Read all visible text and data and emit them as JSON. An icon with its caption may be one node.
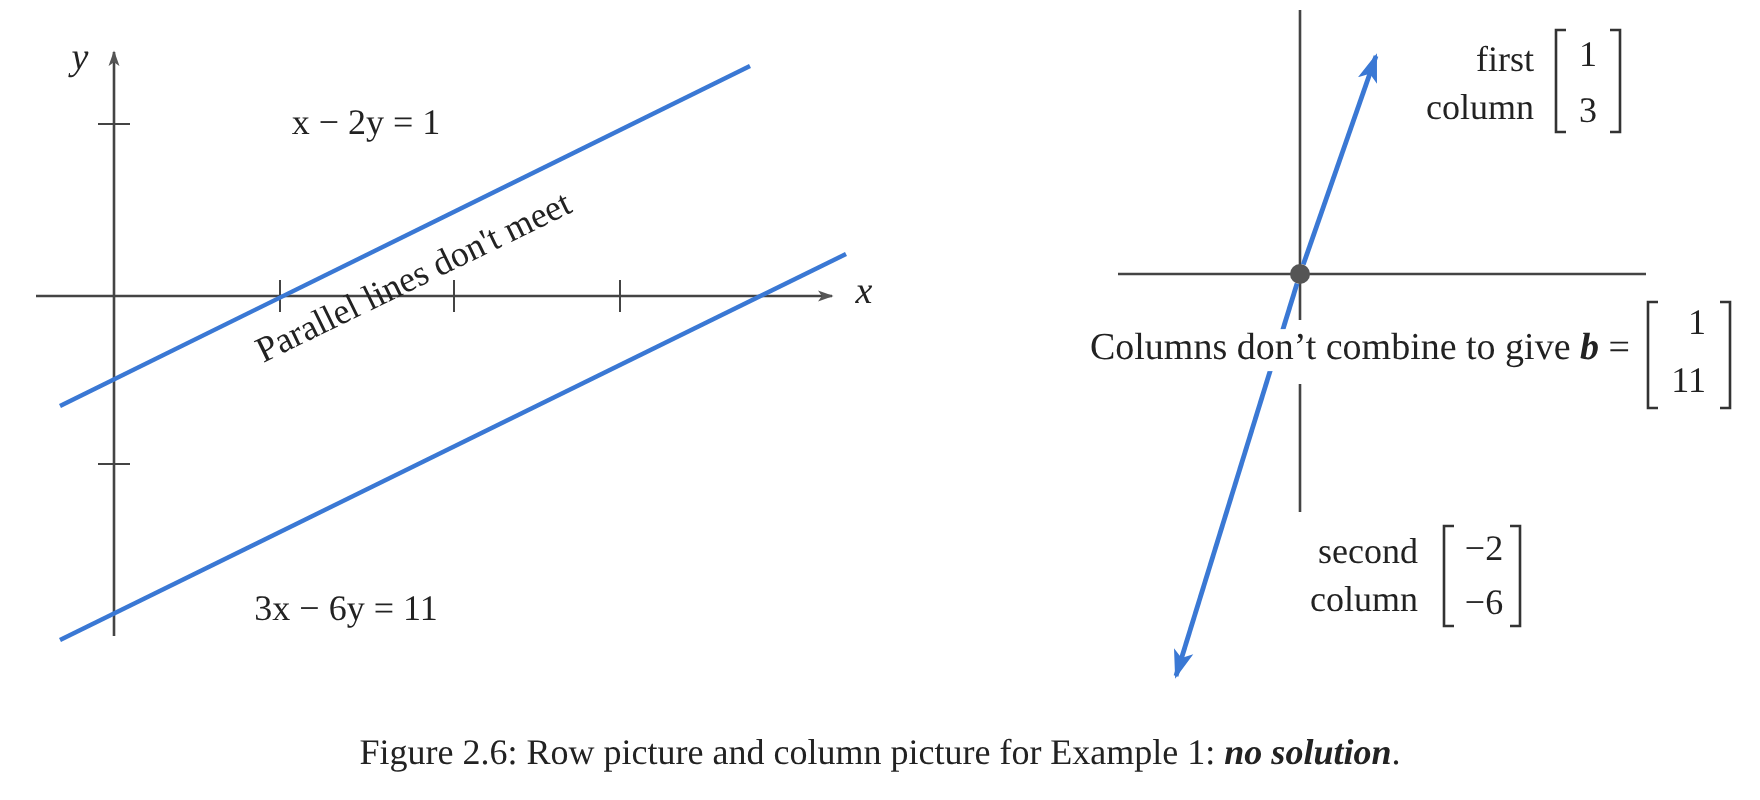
{
  "diagram": {
    "caption": "Figure 2.6: Row picture and column picture for Example 1: **no solution**.",
    "labels": [
      "y",
      "x − 2y = 1",
      "Parallel lines don't meet",
      "x",
      "3x − 6y = 11",
      "first column",
      "1",
      "3",
      "Columns don’t combine to give **b** =",
      "1",
      "11",
      "second column",
      "−2",
      "−6"
    ]
  }
}
